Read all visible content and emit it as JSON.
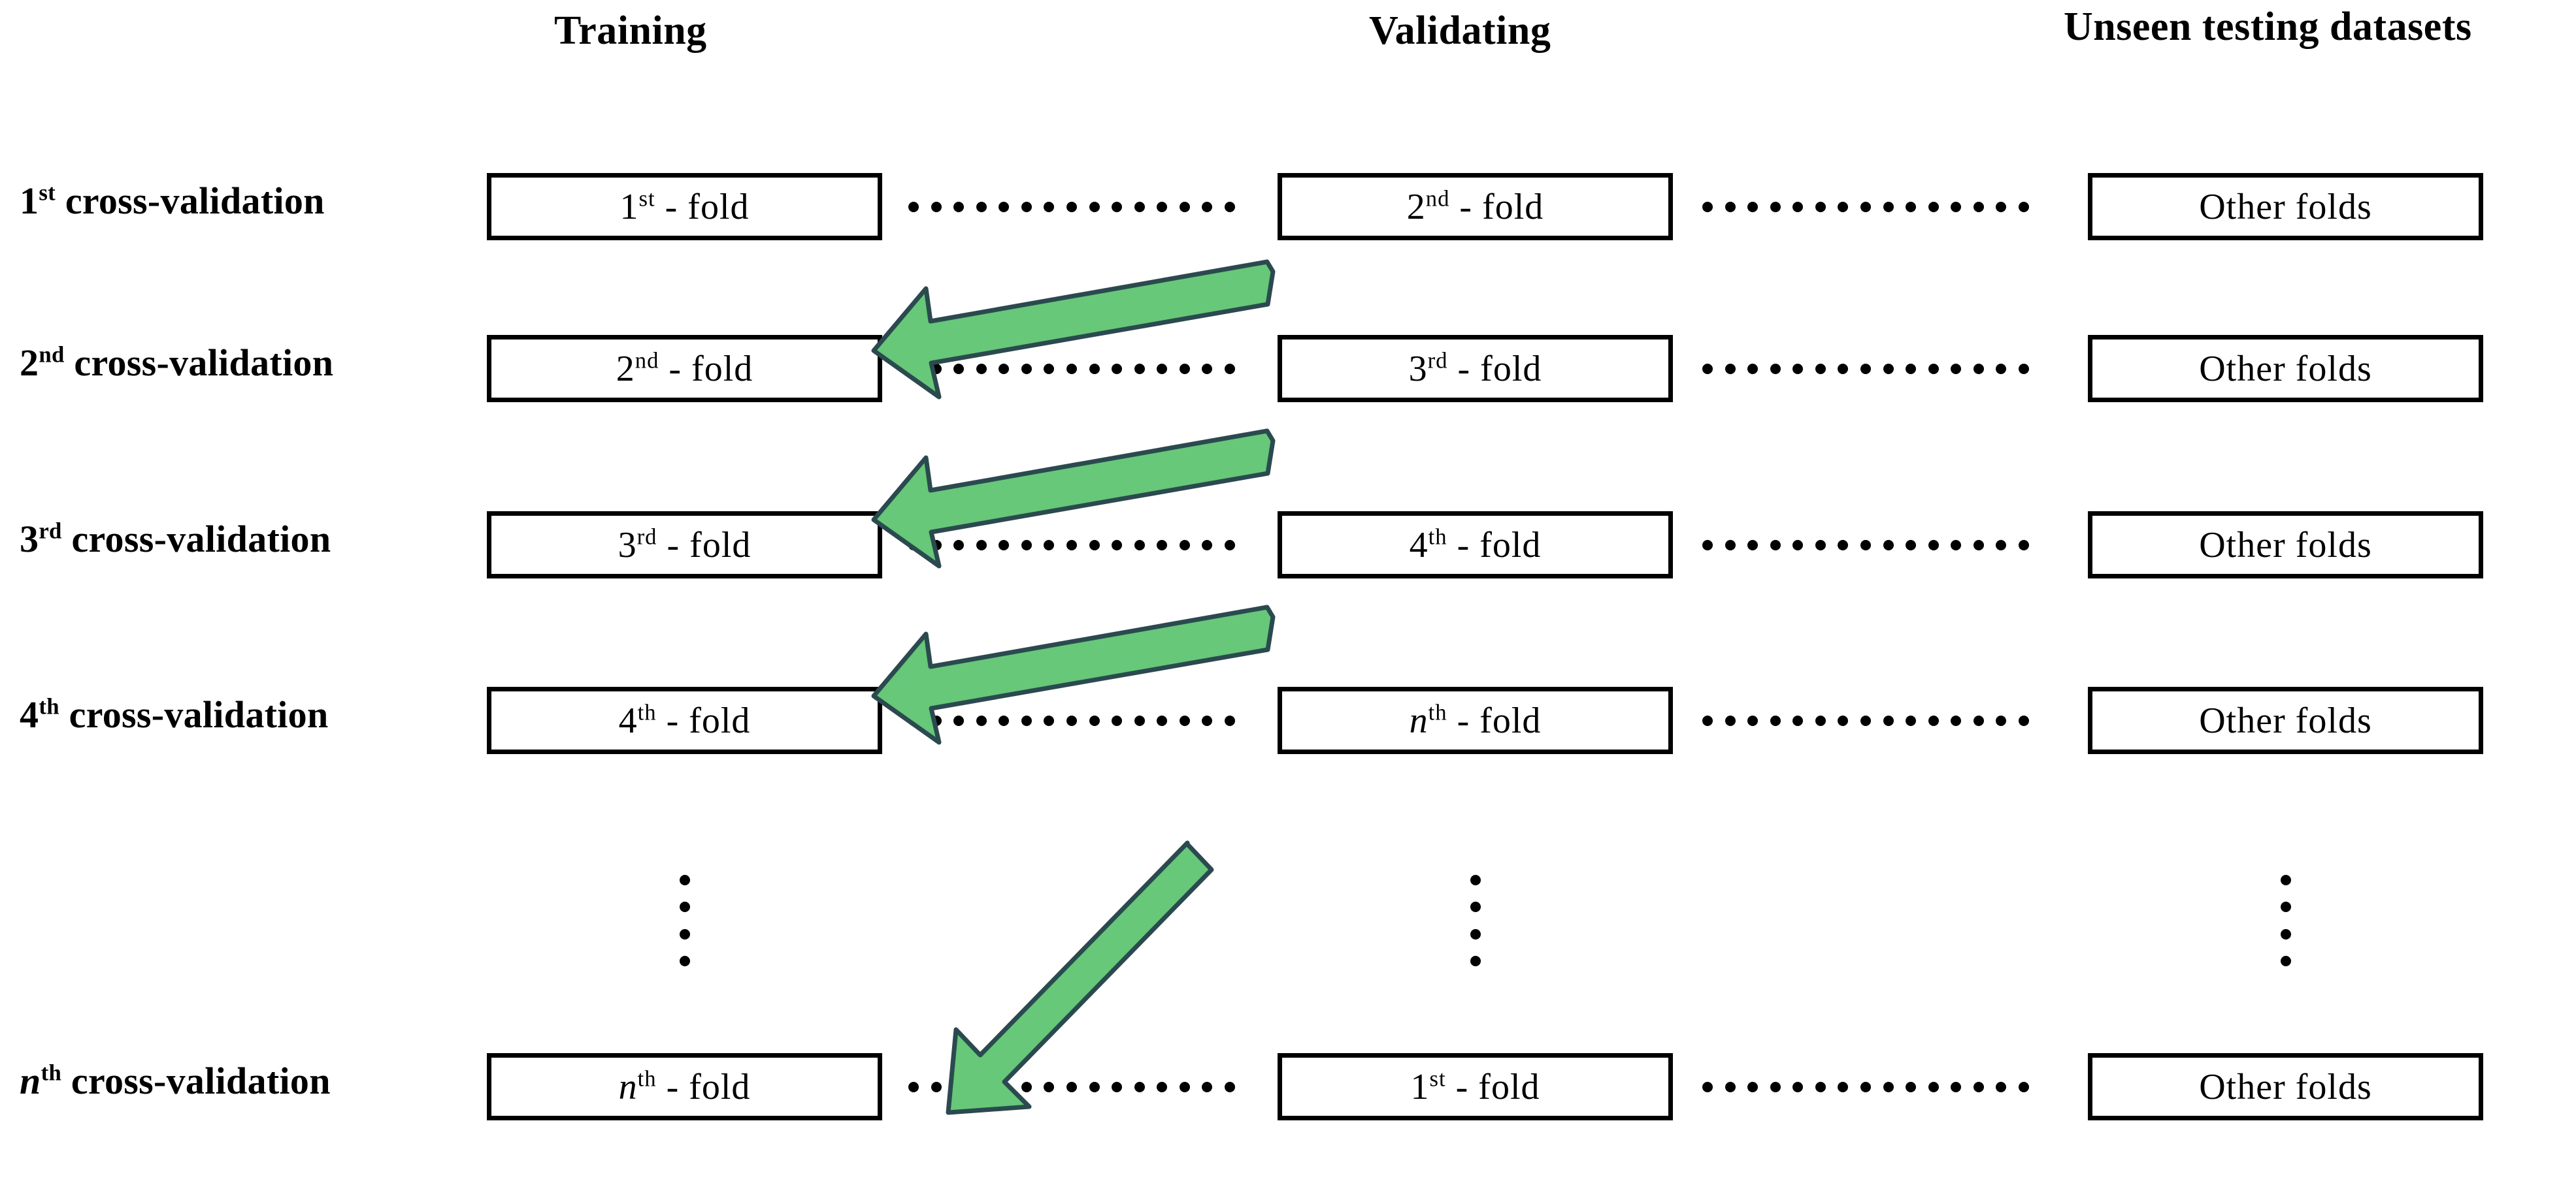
{
  "figure": {
    "title": "k-fold cross-validation scheme",
    "type": "diagram",
    "accent_color": "#66c878",
    "accent_outline_color": "#2b4a4f",
    "line_color": "#000000",
    "background_color": "#ffffff"
  },
  "headers": {
    "training": "Training",
    "validating": "Validating",
    "unseen": "Unseen testing datasets"
  },
  "rows": [
    {
      "label_number": "1",
      "label_suffix": "st",
      "label_text": "cross-validation",
      "training_number": "1",
      "training_suffix": "st",
      "training_text": "- fold",
      "validating_number": "2",
      "validating_suffix": "nd",
      "validating_text": "- fold",
      "unseen": "Other folds"
    },
    {
      "label_number": "2",
      "label_suffix": "nd",
      "label_text": "cross-validation",
      "training_number": "2",
      "training_suffix": "nd",
      "training_text": "- fold",
      "validating_number": "3",
      "validating_suffix": "rd",
      "validating_text": "- fold",
      "unseen": "Other folds"
    },
    {
      "label_number": "3",
      "label_suffix": "rd",
      "label_text": "cross-validation",
      "training_number": "3",
      "training_suffix": "rd",
      "training_text": "- fold",
      "validating_number": "4",
      "validating_suffix": "th",
      "validating_text": "- fold",
      "unseen": "Other folds"
    },
    {
      "label_number": "4",
      "label_suffix": "th",
      "label_text": "cross-validation",
      "training_number": "4",
      "training_suffix": "th",
      "training_text": "- fold",
      "validating_number": "n",
      "validating_suffix": "th",
      "validating_text": "- fold",
      "unseen": "Other folds"
    },
    {
      "label_number": "n",
      "label_suffix": "th",
      "label_text": "cross-validation",
      "training_number": "n",
      "training_suffix": "th",
      "training_text": "- fold",
      "validating_number": "1",
      "validating_suffix": "st",
      "validating_text": "- fold",
      "unseen": "Other folds"
    }
  ],
  "ellipsis": {
    "dot_count": 4,
    "columns": [
      "training",
      "validating",
      "unseen"
    ]
  },
  "connectors": {
    "dot_count": 15,
    "description": "dotted separator between columns"
  },
  "arrows": [
    {
      "name": "validating-to-training-1",
      "from": "1st validating fold row 1",
      "to": "training fold row 2"
    },
    {
      "name": "validating-to-training-2",
      "from": "validating fold row 2",
      "to": "training fold row 3"
    },
    {
      "name": "validating-to-training-3",
      "from": "validating fold row 3",
      "to": "training fold row 4"
    },
    {
      "name": "validating-to-training-4",
      "from": "validating column ellipsis",
      "to": "training column ellipsis"
    }
  ]
}
